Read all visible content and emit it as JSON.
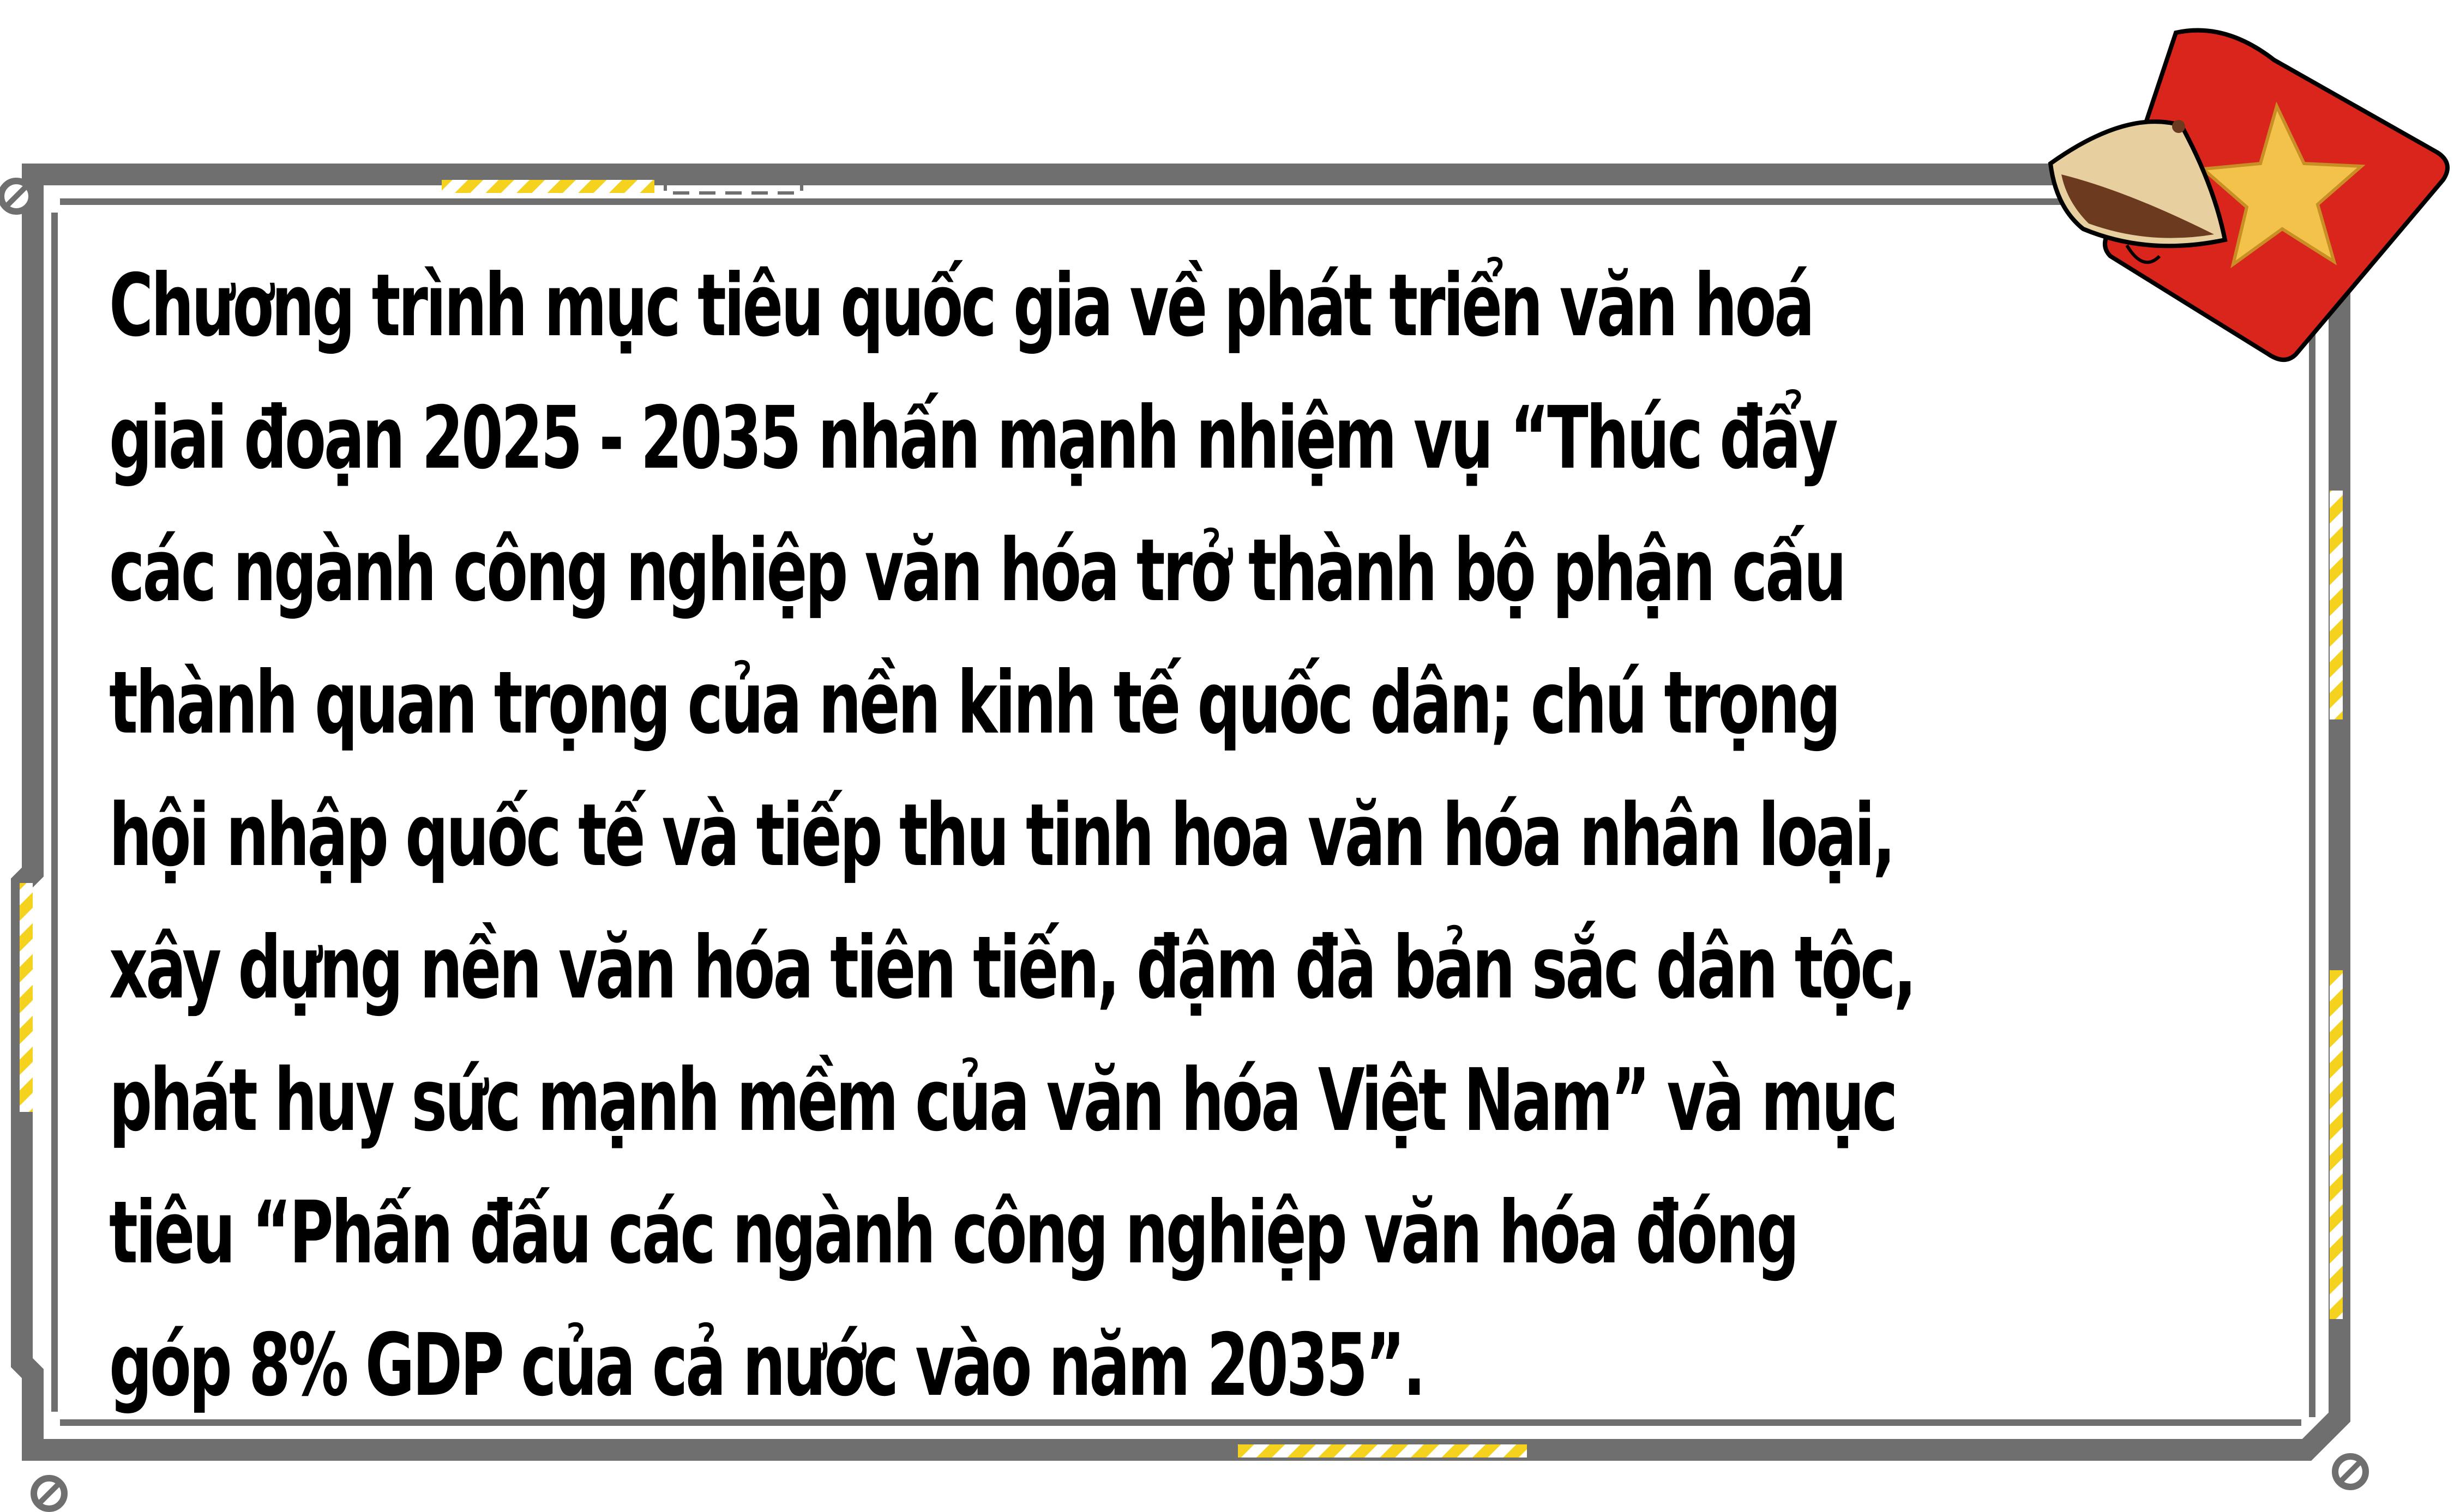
{
  "colors": {
    "frame": "#6f6f6f",
    "accent": "#f5d21e",
    "flag_red": "#da251d",
    "flag_star": "#f3c24a",
    "hat": "#e8cfa0",
    "text": "#000000"
  },
  "icons": {
    "decoration": "vietnam-flag-and-conical-hat-icon",
    "corner": "screw-head-icon"
  },
  "quote": {
    "lines": [
      "Chương trình mục tiêu quốc gia về phát triển văn hoá",
      "giai đoạn 2025 - 2035 nhấn mạnh nhiệm vụ “Thúc đẩy",
      "các ngành công nghiệp văn hóa trở thành bộ phận cấu",
      "thành quan trọng của nền kinh tế quốc dân; chú trọng",
      "hội nhập quốc tế và tiếp thu tinh hoa văn hóa nhân loại,",
      "xây dựng nền văn hóa tiên tiến, đậm đà bản sắc dân tộc,",
      "phát huy sức mạnh mềm của văn hóa Việt Nam” và mục",
      "tiêu “Phấn đấu các ngành công nghiệp văn hóa đóng",
      "góp 8% GDP của cả nước vào năm 2035”."
    ]
  }
}
